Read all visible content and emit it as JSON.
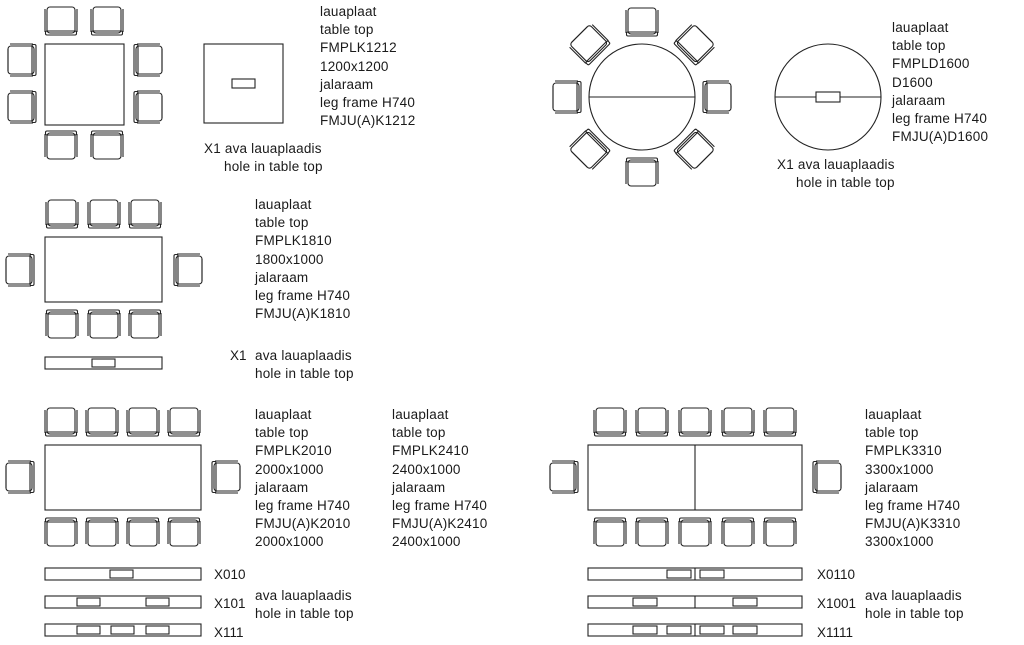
{
  "square_table": {
    "spec": [
      "lauaplaat",
      "table top",
      "FMPLK1212",
      "1200x1200",
      "jalaraam",
      "leg frame H740",
      "FMJU(A)K1212"
    ],
    "hole_note": [
      "X1 ava lauaplaadis",
      "hole in table top"
    ]
  },
  "round_table": {
    "spec": [
      "lauaplaat",
      "table top",
      "FMPLD1600",
      "D1600",
      "jalaraam",
      "leg frame H740",
      "FMJU(A)D1600"
    ],
    "hole_note": [
      "X1 ava lauaplaadis",
      "hole in table top"
    ]
  },
  "table_1810": {
    "spec": [
      "lauaplaat",
      "table top",
      "FMPLK1810",
      "1800x1000",
      "jalaraam",
      "leg frame H740",
      "FMJU(A)K1810"
    ],
    "hole_code": "X1",
    "hole_note": [
      "ava lauaplaadis",
      "hole in table top"
    ]
  },
  "table_2010": {
    "spec": [
      "lauaplaat",
      "table top",
      "FMPLK2010",
      "2000x1000",
      "jalaraam",
      "leg frame H740",
      "FMJU(A)K2010",
      "2000x1000"
    ]
  },
  "table_2410": {
    "spec": [
      "lauaplaat",
      "table top",
      "FMPLK2410",
      "2400x1000",
      "jalaraam",
      "leg frame H740",
      "FMJU(A)K2410",
      "2400x1000"
    ]
  },
  "long_table_hole_codes": [
    "X010",
    "X101",
    "X111"
  ],
  "long_table_hole_note": [
    "ava lauaplaadis",
    "hole in table top"
  ],
  "table_3310": {
    "spec": [
      "lauaplaat",
      "table top",
      "FMPLK3310",
      "3300x1000",
      "jalaraam",
      "leg frame H740",
      "FMJU(A)K3310",
      "3300x1000"
    ],
    "hole_codes": [
      "X0110",
      "X1001",
      "X1111"
    ],
    "hole_note": [
      "ava lauaplaadis",
      "hole in table top"
    ]
  }
}
